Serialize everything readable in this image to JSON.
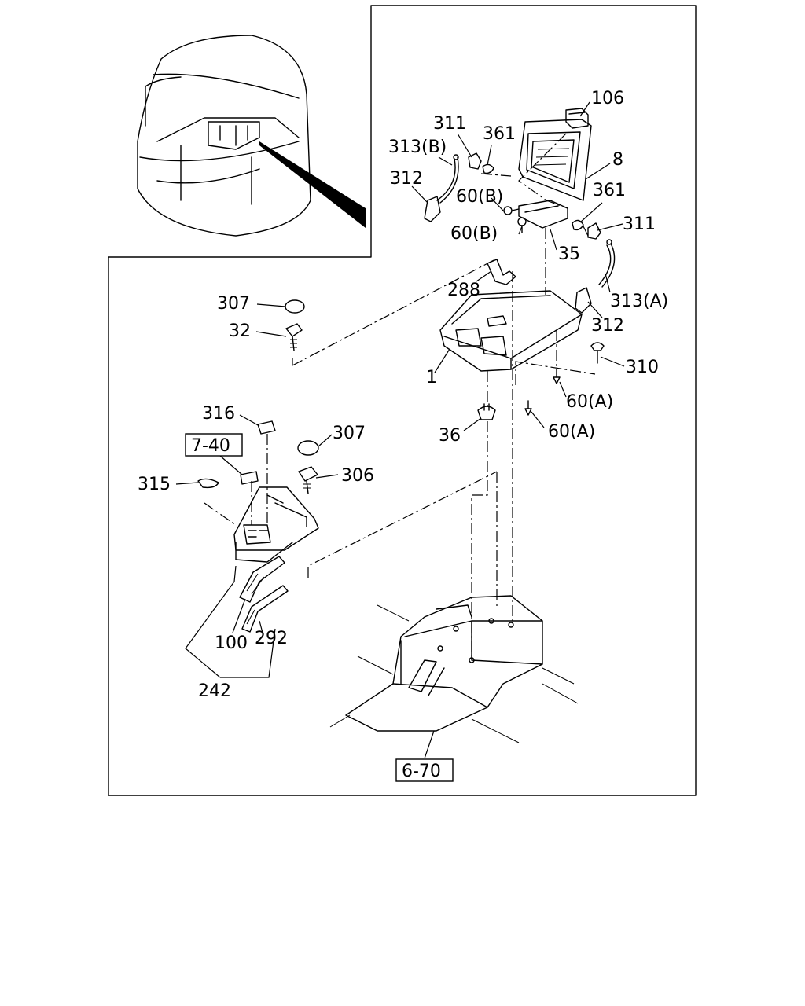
{
  "diagram": {
    "labels": {
      "l106": "106",
      "l311a": "311",
      "l361a": "361",
      "l313b": "313(B)",
      "l8": "8",
      "l312a": "312",
      "l60b1": "60(B)",
      "l361b": "361",
      "l311b": "311",
      "l60b2": "60(B)",
      "l35": "35",
      "l288": "288",
      "l313a": "313(A)",
      "l307a": "307",
      "l312b": "312",
      "l32": "32",
      "l310": "310",
      "l1": "1",
      "l60a1": "60(A)",
      "l316": "316",
      "l60a2": "60(A)",
      "l307b": "307",
      "l36": "36",
      "l740": "7-40",
      "l306": "306",
      "l315": "315",
      "l100": "100",
      "l292": "292",
      "l242": "242",
      "l670": "6-70"
    }
  }
}
